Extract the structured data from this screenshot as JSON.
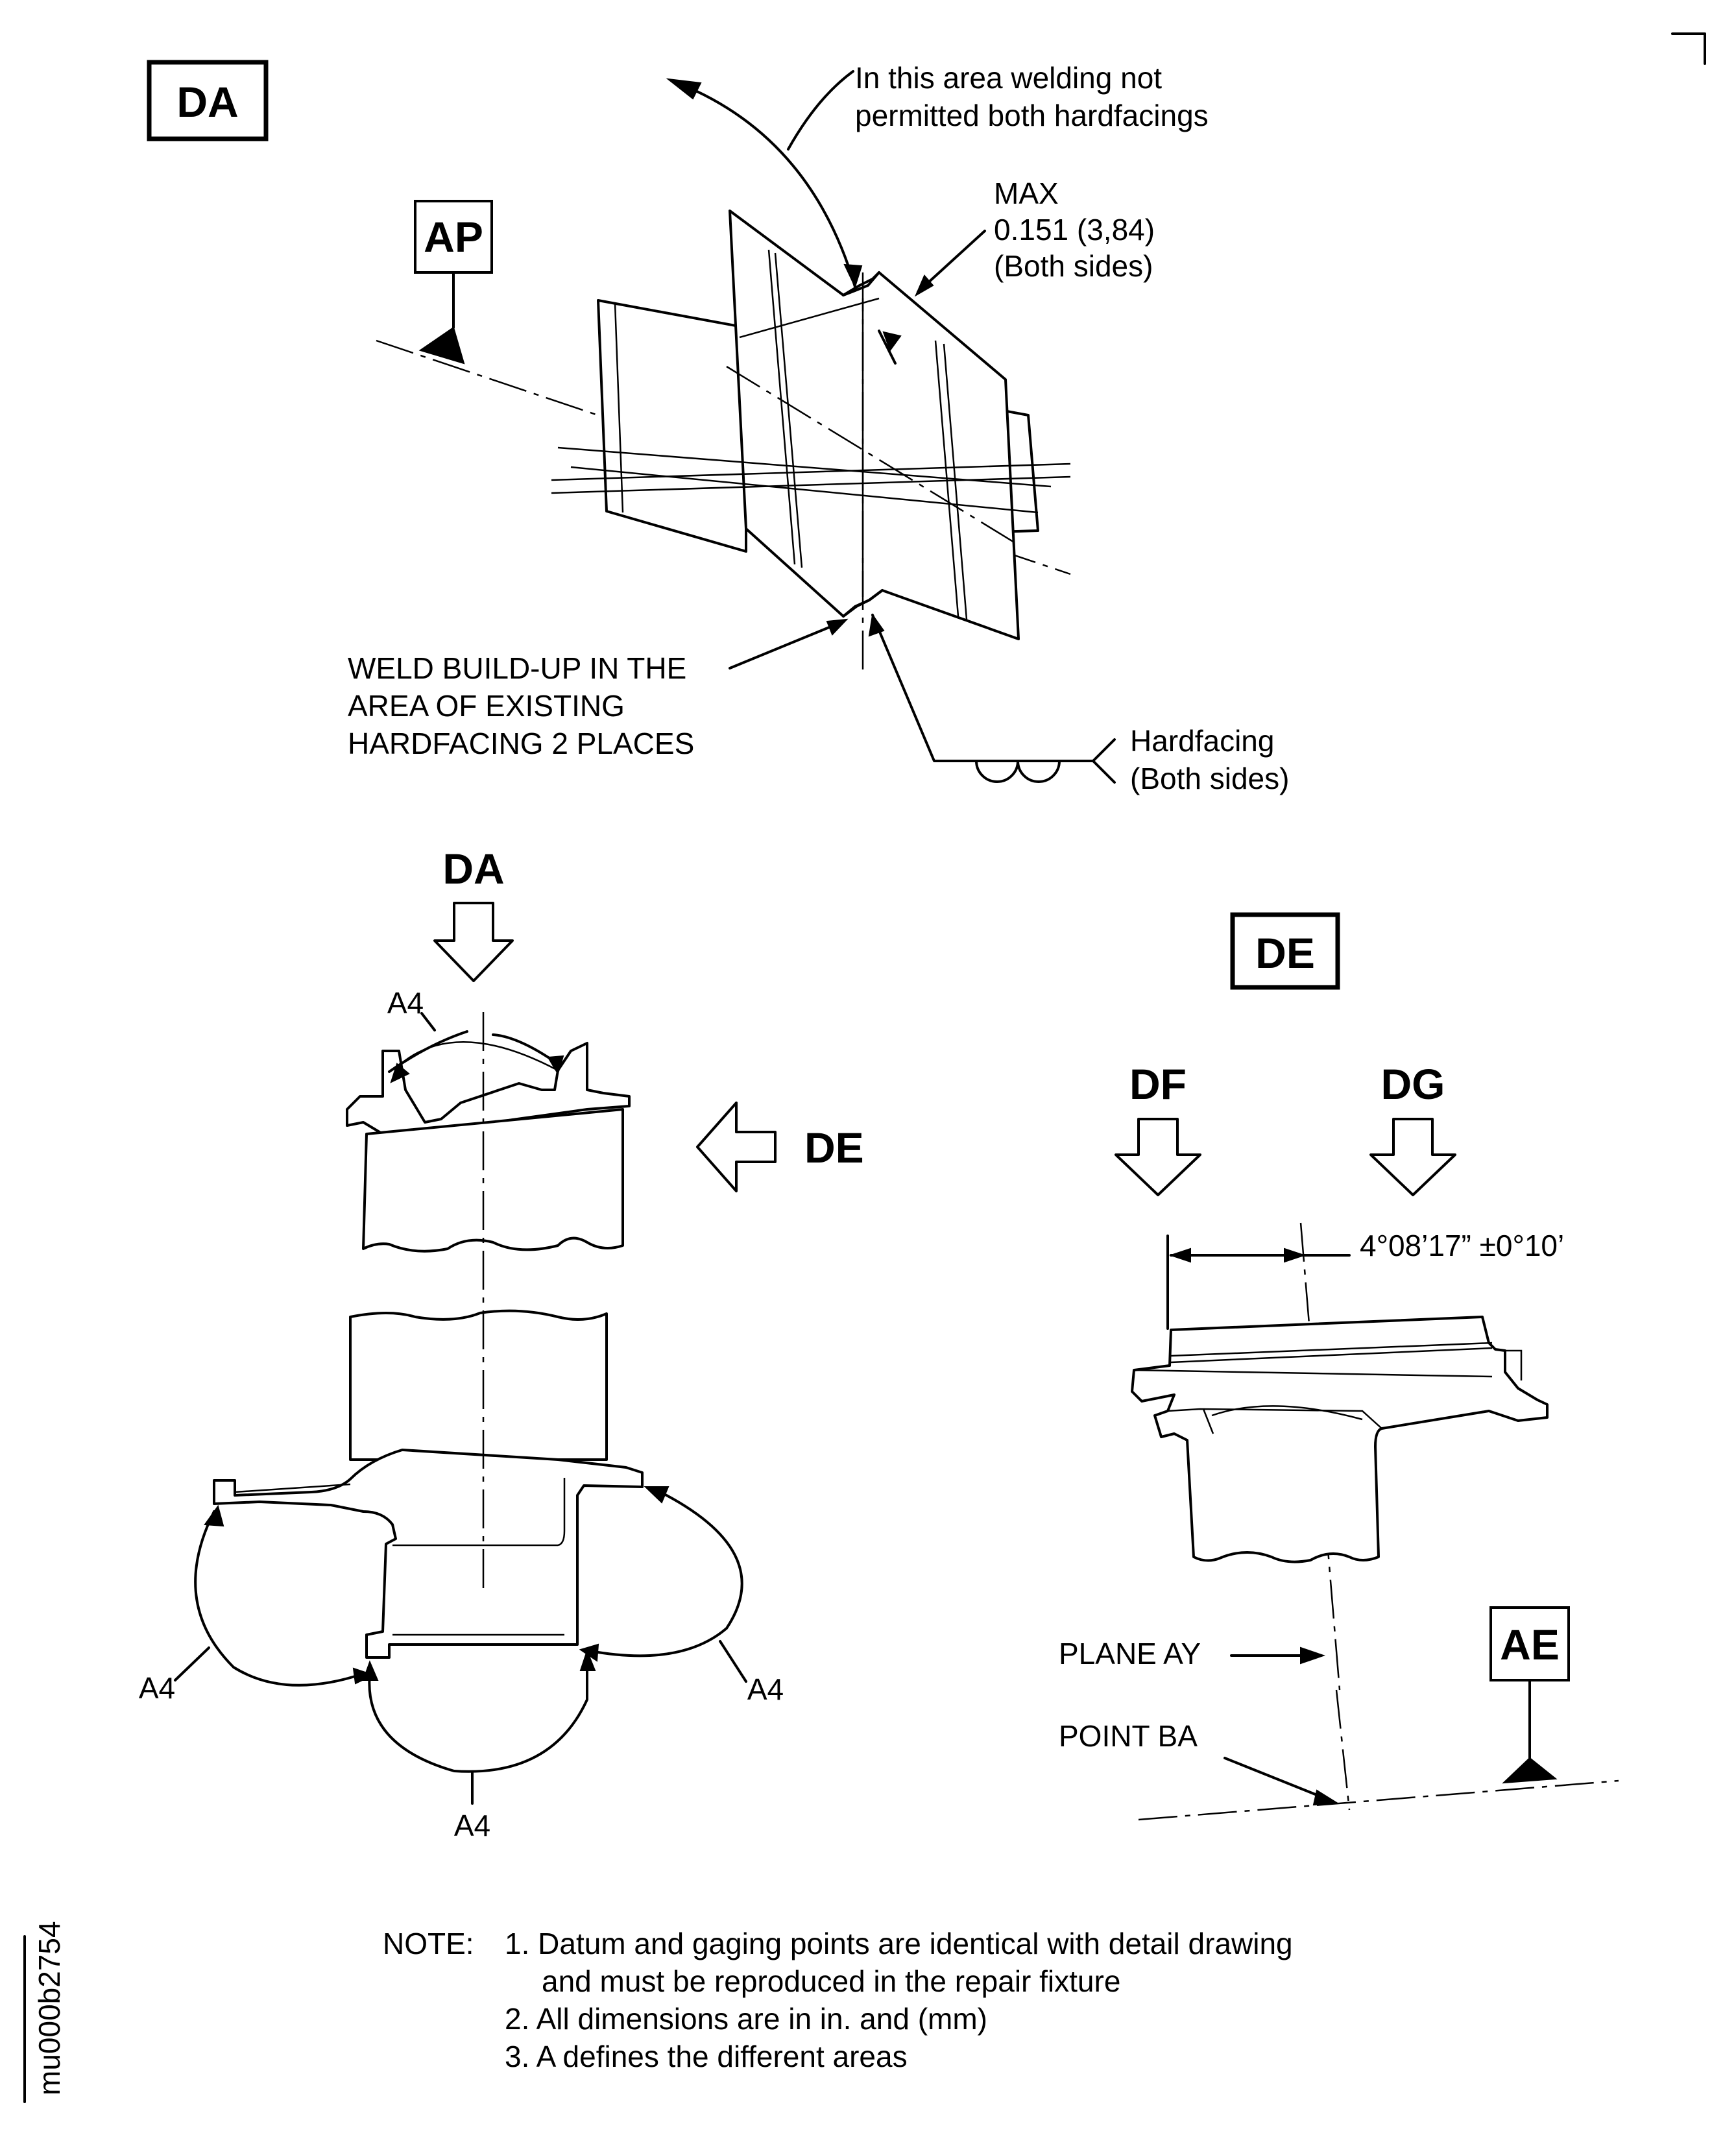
{
  "views": {
    "da_title": "DA",
    "de_title": "DE",
    "ap_datum": "AP",
    "ae_datum": "AE",
    "view_arrow_da": "DA",
    "view_arrow_de": "DE",
    "view_arrow_df": "DF",
    "view_arrow_dg": "DG"
  },
  "callouts": {
    "no_weld_1": "In this area welding not",
    "no_weld_2": "permitted both hardfacings",
    "max_1": "MAX",
    "max_2": "0.151 (3,84)",
    "max_3": "(Both sides)",
    "weld_1": "WELD BUILD-UP IN THE",
    "weld_2": "AREA OF EXISTING",
    "weld_3": "HARDFACING 2 PLACES",
    "hard_1": "Hardfacing",
    "hard_2": "(Both sides)",
    "angle": "4°08’17” ±0°10’",
    "plane": "PLANE AY",
    "point": "POINT BA",
    "a4": "A4"
  },
  "notes": {
    "label": "NOTE:",
    "n1a": "1. Datum and gaging points are identical with detail drawing",
    "n1b": "and must be reproduced in the repair fixture",
    "n2": "2. All dimensions are in in. and (mm)",
    "n3": "3. A defines the different areas"
  },
  "figure_id": "mu000b2754"
}
